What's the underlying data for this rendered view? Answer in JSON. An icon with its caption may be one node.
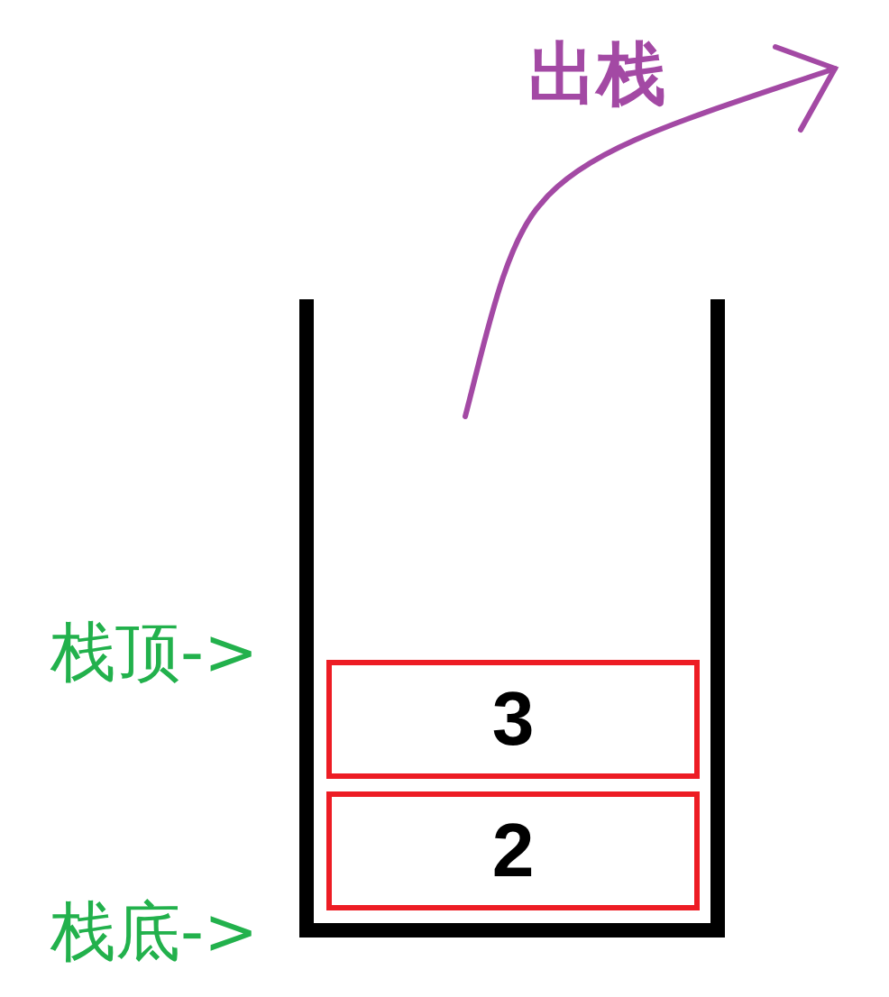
{
  "diagram": {
    "nodes": [
      {
        "text": [
          "3"
        ]
      },
      {
        "text": [
          "2"
        ]
      }
    ],
    "labels": [
      "出栈",
      "栈顶->",
      "栈底->"
    ]
  }
}
